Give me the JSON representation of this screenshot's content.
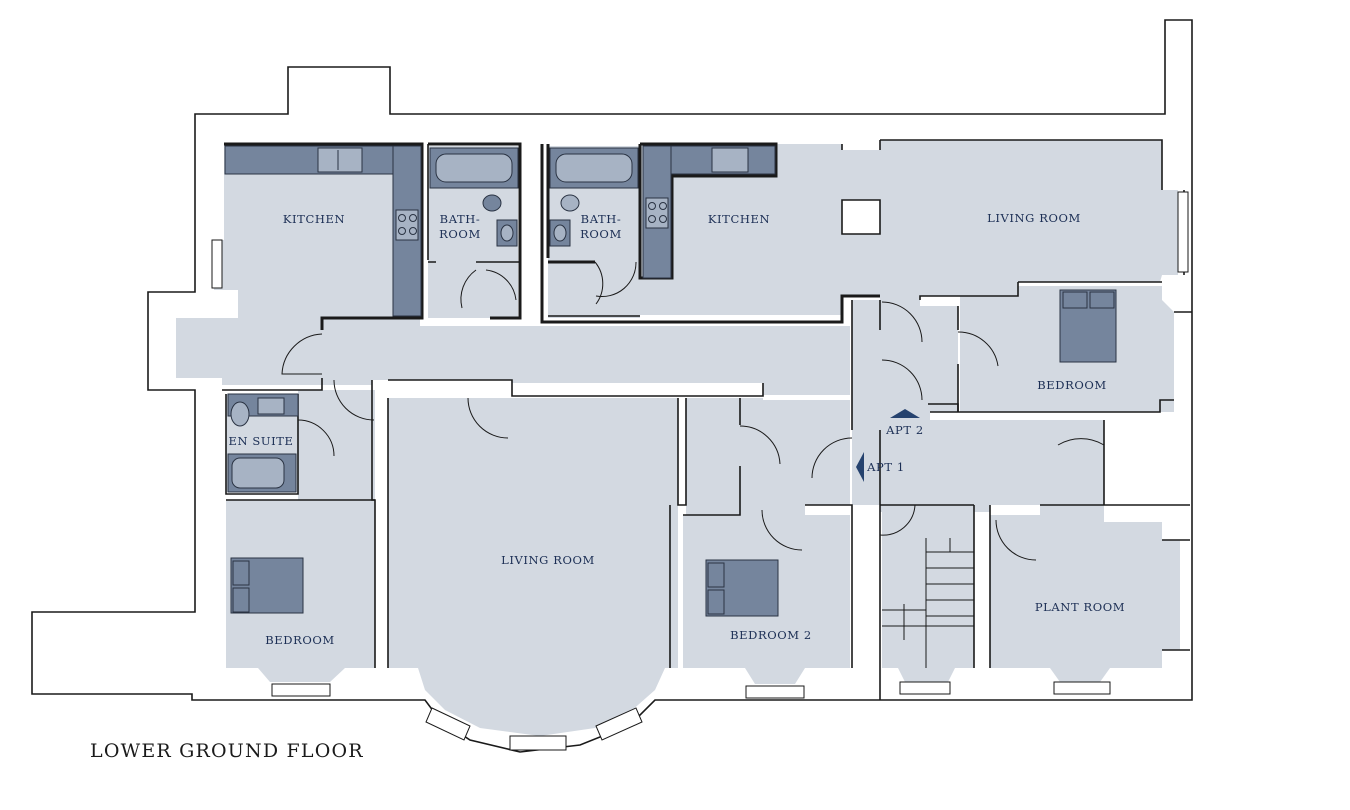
{
  "floor_title": "LOWER GROUND FLOOR",
  "colors": {
    "room_fill": "#d3d9e1",
    "fixture": "#75859d",
    "label": "#1c2f55",
    "arrow": "#25426e"
  },
  "labels": {
    "kitchen_left": "KITCHEN",
    "bath_left_1": "BATH-",
    "bath_left_2": "ROOM",
    "bath_right_1": "BATH-",
    "bath_right_2": "ROOM",
    "kitchen_right": "KITCHEN",
    "living_room_top": "LIVING ROOM",
    "bedroom_right": "BEDROOM",
    "apt2": "APT 2",
    "apt1": "APT 1",
    "en_suite": "EN SUITE",
    "living_room_main": "LIVING ROOM",
    "bedroom_left": "BEDROOM",
    "bedroom_2": "BEDROOM 2",
    "plant_room": "PLANT ROOM"
  },
  "icons": [
    "sink-icon",
    "hob-icon",
    "bathtub-icon",
    "toilet-icon",
    "bed-icon",
    "entrance-arrow-icon",
    "stairs-icon"
  ]
}
